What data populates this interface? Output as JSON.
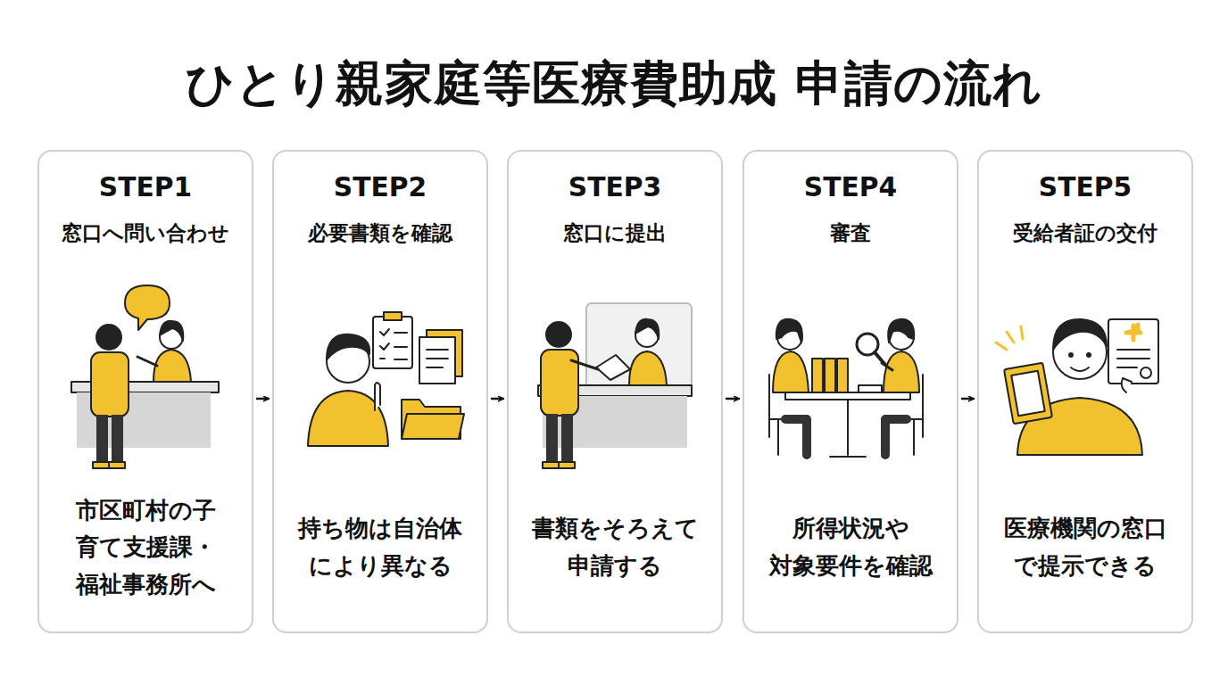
{
  "diagram": {
    "title": "ひとり親家庭等医療費助成 申請の流れ",
    "nodes": [
      {
        "text": [
          "STEP1",
          "窓口へ問い合わせ",
          "市区町村の子 育て支援課・ 福祉事務所へ"
        ]
      },
      {
        "text": [
          "STEP2",
          "必要書類を確認",
          "持ち物は自治体 により異なる"
        ]
      },
      {
        "text": [
          "STEP3",
          "窓口に提出",
          "書類をそろえて 申請する"
        ]
      },
      {
        "text": [
          "STEP4",
          "審査",
          "所得状況や 対象要件を確認"
        ]
      },
      {
        "text": [
          "STEP5",
          "受給者証の交付",
          "医療機関の窓口 で提示できる"
        ]
      }
    ],
    "edges": [
      {
        "from": 0,
        "to": 1,
        "arrow": "to"
      },
      {
        "from": 1,
        "to": 2,
        "arrow": "to"
      },
      {
        "from": 2,
        "to": 3,
        "arrow": "to"
      },
      {
        "from": 3,
        "to": 4,
        "arrow": "to"
      }
    ]
  }
}
